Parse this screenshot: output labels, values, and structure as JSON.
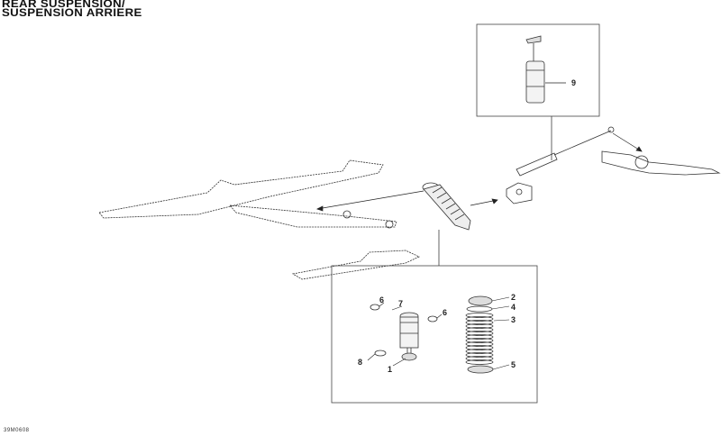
{
  "title_lines": [
    "REAR SUSPENSION/",
    "SUSPENSION ARRIERE"
  ],
  "drawing_code": "39M0608",
  "callouts": {
    "top_box": [
      "9"
    ],
    "bottom_box": [
      "6",
      "7",
      "6",
      "8",
      "1",
      "2",
      "4",
      "3",
      "5"
    ]
  }
}
